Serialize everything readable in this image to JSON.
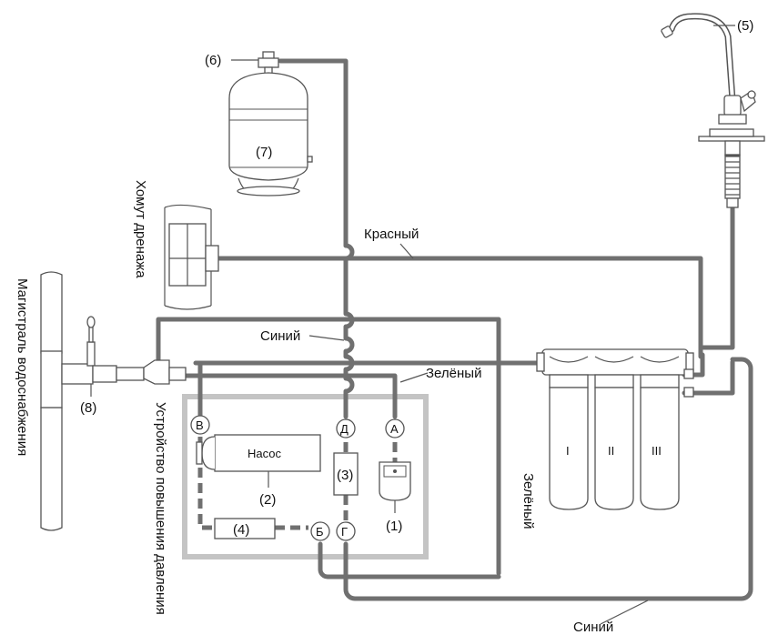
{
  "labels": {
    "faucet": "(5)",
    "valve": "(6)",
    "tank": "(7)",
    "drain_clamp": "Хомут дренажа",
    "red": "Красный",
    "water_main": "Магистраль водоснабжения",
    "feed_valve": "(8)",
    "blue_top": "Синий",
    "green_top": "Зелёный",
    "booster_device": "Устройство повышения давления",
    "green_side": "Зелёный",
    "blue_bottom": "Синий",
    "pump_name": "Насос",
    "pump_num": "(2)",
    "sensor_num": "(3)",
    "switch_num": "(1)",
    "part4_num": "(4)",
    "node_v": "В",
    "node_d": "Д",
    "node_a": "А",
    "node_b": "Б",
    "node_g": "Г",
    "filter_1": "I",
    "filter_2": "II",
    "filter_3": "III"
  },
  "colors": {
    "pipe": "#707070",
    "frame": "#c4c4c4",
    "outline": "#555555"
  }
}
